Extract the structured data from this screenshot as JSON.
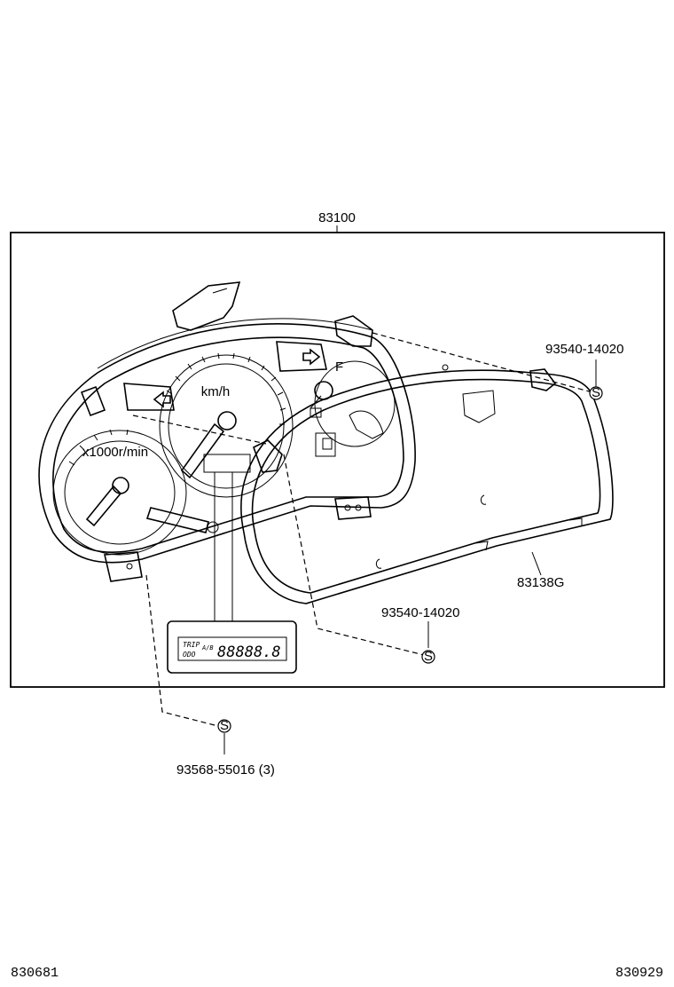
{
  "parts": {
    "assembly": "83100",
    "bolt_top_right": "93540-14020",
    "glass": "83138G",
    "bolt_center": "93540-14020",
    "screw_bottom": "93568-55016 (3)",
    "screw_symbol": "S"
  },
  "gauges": {
    "speed_unit": "km/h",
    "tach_unit": "x1000r/min",
    "fuel_full": "F"
  },
  "odometer": {
    "trip_label": "TRIP",
    "odo_label": "ODO",
    "ab_label": "A/B",
    "digits": "88888.8"
  },
  "footer": {
    "left_code": "830681",
    "right_code": "830929"
  }
}
